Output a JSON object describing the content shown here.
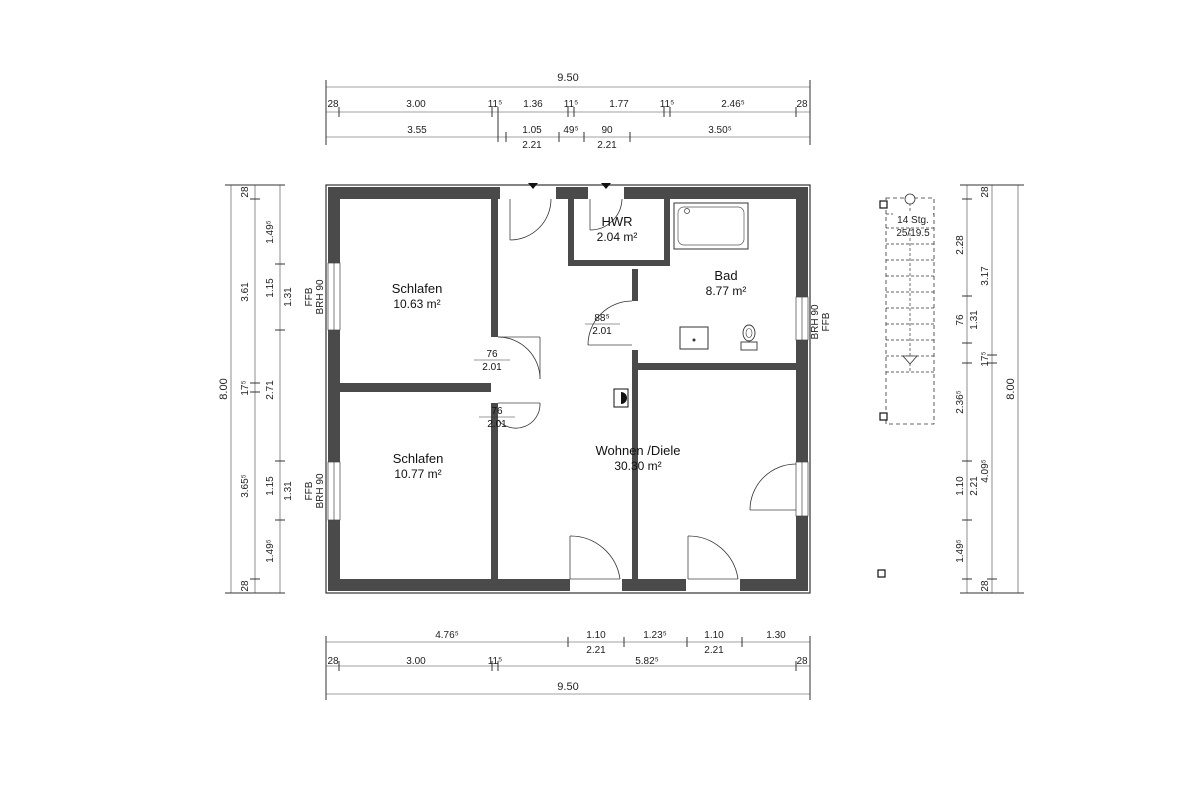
{
  "dims_top": {
    "overall": "9.50",
    "row1": [
      "28",
      "3.00",
      "11⁵",
      "1.36",
      "11⁵",
      "1.77",
      "11⁵",
      "2.46⁵",
      "28"
    ],
    "row2": [
      "3.55",
      "1.05",
      "49⁵",
      "90",
      "3.50⁵"
    ],
    "row2_sub": [
      "2.21",
      "2.21"
    ]
  },
  "dims_bottom": {
    "row1": [
      "4.76⁵",
      "1.10",
      "1.23⁵",
      "1.10",
      "1.30"
    ],
    "row1_sub": [
      "2.21",
      "2.21"
    ],
    "row2": [
      "28",
      "3.00",
      "11⁵",
      "5.82⁵",
      "28"
    ],
    "overall": "9.50"
  },
  "dims_left": {
    "overall": "8.00",
    "outer": [
      "28",
      "3.61",
      "17⁵",
      "3.65⁵",
      "28"
    ],
    "outer_sub": [
      "1.49⁵",
      "1.15",
      "1.15",
      "1.49⁵"
    ],
    "inner": [
      "1.31",
      "2.71",
      "1.31"
    ],
    "window_labels": [
      "FFB",
      "BRH 90"
    ]
  },
  "dims_right": {
    "overall": "8.00",
    "outer": [
      "28",
      "3.17",
      "17⁵",
      "4.09⁵",
      "28"
    ],
    "inner": [
      "2.28",
      "76",
      "1.31",
      "2.36⁵",
      "1.10",
      "2.21",
      "1.49⁵"
    ],
    "window_labels": [
      "BRH 90",
      "FFB"
    ]
  },
  "stairs": {
    "count": "14 Stg.",
    "ratio": "25/19.5"
  },
  "rooms": [
    {
      "name": "Schlafen",
      "area": "10.63 m²"
    },
    {
      "name": "Schlafen",
      "area": "10.77 m²"
    },
    {
      "name": "HWR",
      "area": "2.04 m²"
    },
    {
      "name": "Bad",
      "area": "8.77 m²"
    },
    {
      "name": "Wohnen /Diele",
      "area": "30.30 m²"
    }
  ],
  "doors": [
    {
      "w": "76",
      "h": "2.01"
    },
    {
      "w": "76",
      "h": "2.01"
    },
    {
      "w": "88⁵",
      "h": "2.01"
    }
  ]
}
